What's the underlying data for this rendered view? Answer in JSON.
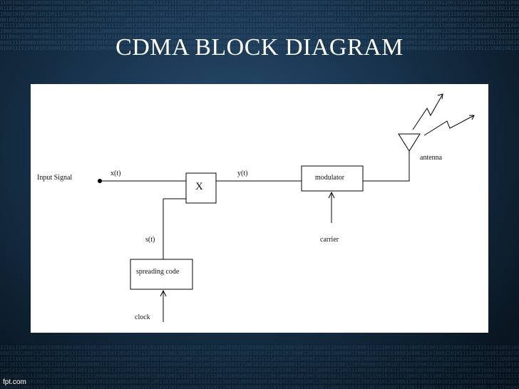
{
  "title": "CDMA BLOCK DIAGRAM",
  "watermark": "fpt.com",
  "diagram": {
    "input_signal": "Input Signal",
    "x_t": "x(t)",
    "y_t": "y(t)",
    "s_t": "s(t)",
    "multiplier": "X",
    "modulator": "modulator",
    "spreading_code": "spreading code",
    "clock": "clock",
    "carrier": "carrier",
    "antenna": "antenna"
  },
  "colors": {
    "background": "#17324b",
    "title": "#ffffff",
    "panel": "#ffffff",
    "line": "#000000"
  }
}
